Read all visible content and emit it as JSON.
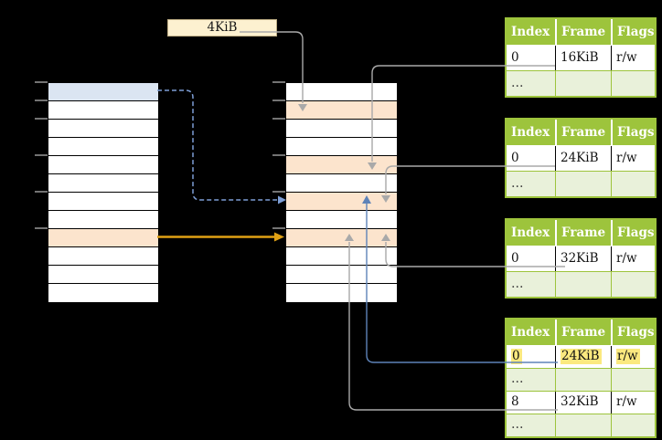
{
  "size_label": {
    "text": "4KiB"
  },
  "memory_columns": {
    "left": {
      "rows": [
        "blue",
        "white",
        "white",
        "white",
        "white",
        "white",
        "white",
        "white",
        "orange",
        "white",
        "white",
        "white"
      ]
    },
    "middle": {
      "rows": [
        "white",
        "orange",
        "white",
        "white",
        "orange",
        "white",
        "orange",
        "white",
        "orange",
        "white",
        "white",
        "white"
      ]
    },
    "ticks_y": [
      90,
      110,
      130,
      170,
      210,
      250
    ]
  },
  "page_tables": [
    {
      "headers": [
        "Index",
        "Frame",
        "Flags"
      ],
      "rows": [
        {
          "type": "value",
          "highlight": false,
          "cells": [
            "0",
            "16KiB",
            "r/w"
          ]
        },
        {
          "type": "dots",
          "highlight": false,
          "cells": [
            "…",
            "",
            ""
          ]
        }
      ]
    },
    {
      "headers": [
        "Index",
        "Frame",
        "Flags"
      ],
      "rows": [
        {
          "type": "value",
          "highlight": false,
          "cells": [
            "0",
            "24KiB",
            "r/w"
          ]
        },
        {
          "type": "dots",
          "highlight": false,
          "cells": [
            "…",
            "",
            ""
          ]
        }
      ]
    },
    {
      "headers": [
        "Index",
        "Frame",
        "Flags"
      ],
      "rows": [
        {
          "type": "value",
          "highlight": false,
          "cells": [
            "0",
            "32KiB",
            "r/w"
          ]
        },
        {
          "type": "dots",
          "highlight": false,
          "cells": [
            "…",
            "",
            ""
          ]
        }
      ]
    },
    {
      "headers": [
        "Index",
        "Frame",
        "Flags"
      ],
      "rows": [
        {
          "type": "value",
          "highlight": true,
          "cells": [
            "0",
            "24KiB",
            "r/w"
          ]
        },
        {
          "type": "dots",
          "highlight": false,
          "cells": [
            "…",
            "",
            ""
          ]
        },
        {
          "type": "value",
          "highlight": false,
          "cells": [
            "8",
            "32KiB",
            "r/w"
          ]
        },
        {
          "type": "dots",
          "highlight": false,
          "cells": [
            "…",
            "",
            ""
          ]
        }
      ]
    }
  ],
  "colors": {
    "bg": "#000000",
    "cell_white": "#ffffff",
    "cell_blue": "#dbe5f2",
    "cell_orange": "#fce4cd",
    "green": "#9dc43c",
    "green_light": "#e9f1da",
    "label_fill": "#fdf1d0",
    "label_border": "#bfae85",
    "hl_yellow": "#fbe97f",
    "gray_arrow": "#a9a9a9",
    "blue_arrow": "#5e83b8",
    "blue_dash": "#7d9ed6",
    "orange_arrow": "#dfa014",
    "tick": "#808080"
  }
}
